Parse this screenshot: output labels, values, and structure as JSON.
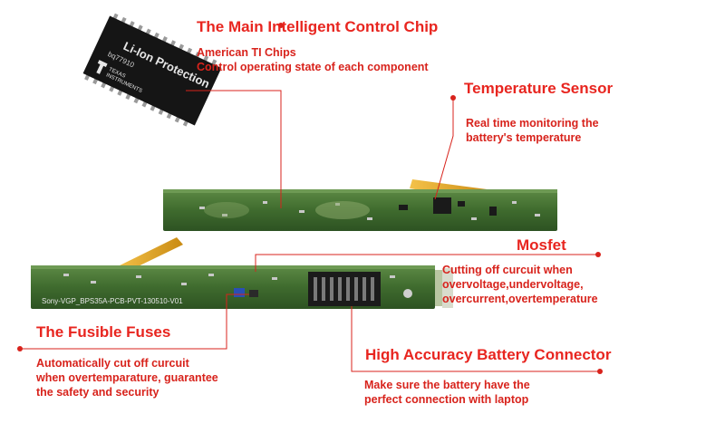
{
  "chip": {
    "marking_line1": "Li-Ion Protection",
    "marking_line2": "bq77910",
    "brand_line1": "TEXAS",
    "brand_line2": "INSTRUMENTS"
  },
  "pcb": {
    "lower_silkscreen": "Sony-VGP_BPS35A-PCB-PVT-130510-V01"
  },
  "callouts": {
    "chip": {
      "title": "The Main Intelligent Control Chip",
      "lines": [
        "American TI Chips",
        "Control operating state of each component"
      ]
    },
    "temperature": {
      "title": "Temperature Sensor",
      "lines": [
        "Real time monitoring the",
        "battery's temperature"
      ]
    },
    "mosfet": {
      "title": "Mosfet",
      "lines": [
        "Cutting off curcuit when",
        "overvoltage,undervoltage,",
        "overcurrent,overtemperature"
      ]
    },
    "fuses": {
      "title": "The Fusible Fuses",
      "lines": [
        "Automatically cut off curcuit",
        "when overtemparature, guarantee",
        "the safety and security"
      ]
    },
    "connector": {
      "title": "High Accuracy Battery Connector",
      "lines": [
        "Make sure the battery have the",
        "perfect connection with laptop"
      ]
    }
  },
  "colors": {
    "accent": "#e8251f",
    "pcb_green": "#3f6b2e",
    "flex_orange": "#e0a020"
  }
}
